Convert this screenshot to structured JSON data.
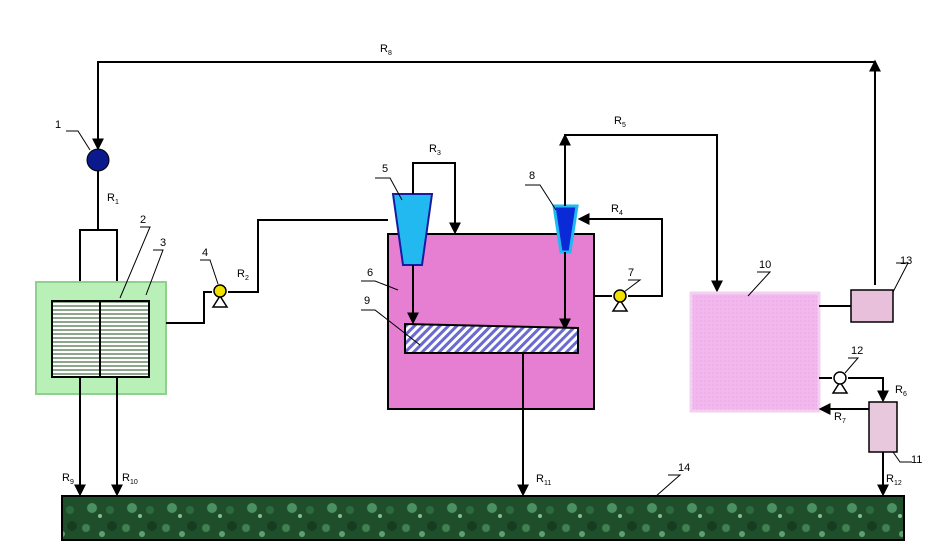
{
  "diagram": {
    "streams": [
      {
        "id": "R8",
        "base": "R",
        "sub": "8"
      },
      {
        "id": "R1",
        "base": "R",
        "sub": "1"
      },
      {
        "id": "R2",
        "base": "R",
        "sub": "2"
      },
      {
        "id": "R3",
        "base": "R",
        "sub": "3"
      },
      {
        "id": "R4",
        "base": "R",
        "sub": "4"
      },
      {
        "id": "R5",
        "base": "R",
        "sub": "5"
      },
      {
        "id": "R6",
        "base": "R",
        "sub": "6"
      },
      {
        "id": "R7",
        "base": "R",
        "sub": "7"
      },
      {
        "id": "R9",
        "base": "R",
        "sub": "9"
      },
      {
        "id": "R10",
        "base": "R",
        "sub": "10"
      },
      {
        "id": "R11",
        "base": "R",
        "sub": "11"
      },
      {
        "id": "R12",
        "base": "R",
        "sub": "12"
      }
    ],
    "numbers": [
      "1",
      "2",
      "3",
      "4",
      "5",
      "6",
      "7",
      "8",
      "9",
      "10",
      "11",
      "12",
      "13",
      "14"
    ],
    "colors": {
      "blower": "#0a1a8c",
      "membrane_tank": "#b8f0b8",
      "main_tank": "#e67fd2",
      "hydrocyclone": "#22b8f0",
      "small_cyclone": "#0a2ad8",
      "hatched_plate": "#7070d0",
      "storage_tank": "#f2b8ee",
      "ground": "#1f4f2a",
      "pump_yellow": "#f2e000"
    }
  }
}
